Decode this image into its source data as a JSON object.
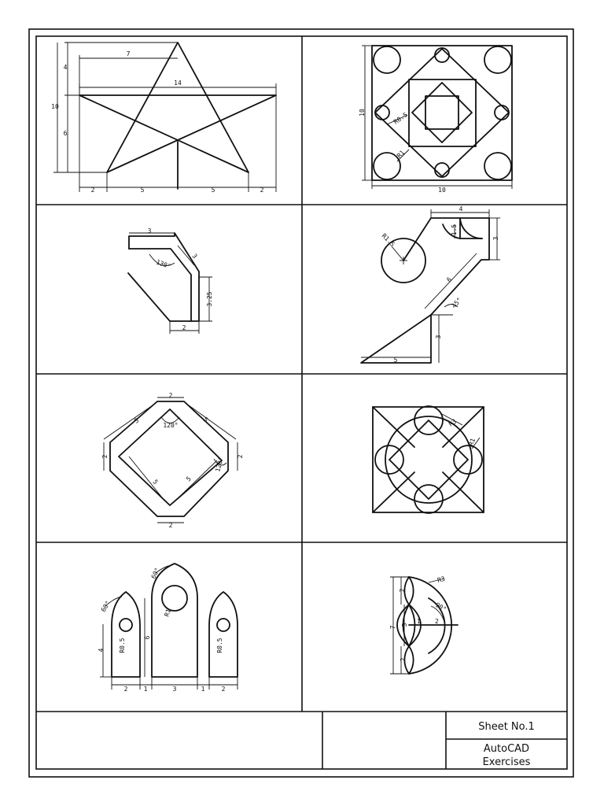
{
  "title_block": {
    "sheet": "Sheet No.1",
    "subject_line1": "AutoCAD",
    "subject_line2": "Exercises"
  },
  "drawings": {
    "star": {
      "d14": "14",
      "d7": "7",
      "d4": "4",
      "d10": "10",
      "d6": "6",
      "d2a": "2",
      "d5a": "5",
      "d5b": "5",
      "d2b": "2"
    },
    "square": {
      "r05": "R0.5",
      "r1": "R1",
      "d10v": "10",
      "d10h": "10"
    },
    "bracket": {
      "d3a": "3",
      "d3b": "3",
      "ang": "130°",
      "d325": "3.25",
      "d2": "2"
    },
    "hook": {
      "d4": "4",
      "d15": "1.5",
      "r15": "R1.5",
      "d3a": "3",
      "d6": "6",
      "ang": "45°",
      "d3b": "3",
      "d5": "5"
    },
    "octagon": {
      "d2t": "2",
      "d5a": "5",
      "d5b": "5",
      "ang1": "120°",
      "d2l": "2",
      "d2r": "2",
      "d5c": "5",
      "d5d": "5",
      "ang2": "120°",
      "d2b": "2"
    },
    "circles": {
      "r3": "R3",
      "r1": "R1"
    },
    "arches": {
      "a60a": "60°",
      "a60b": "60°",
      "r05a": "R0.5",
      "r1": "R1",
      "r05b": "R0.5",
      "d4": "4",
      "d6": "6",
      "b2a": "2",
      "b1a": "1",
      "b3": "3",
      "b1b": "1",
      "b2b": "2"
    },
    "lens": {
      "r3": "R3",
      "ang": "90°",
      "d7": "7",
      "d2a": "2",
      "d3": "3",
      "d2b": "2",
      "d1": "1",
      "d2h": "2"
    }
  }
}
